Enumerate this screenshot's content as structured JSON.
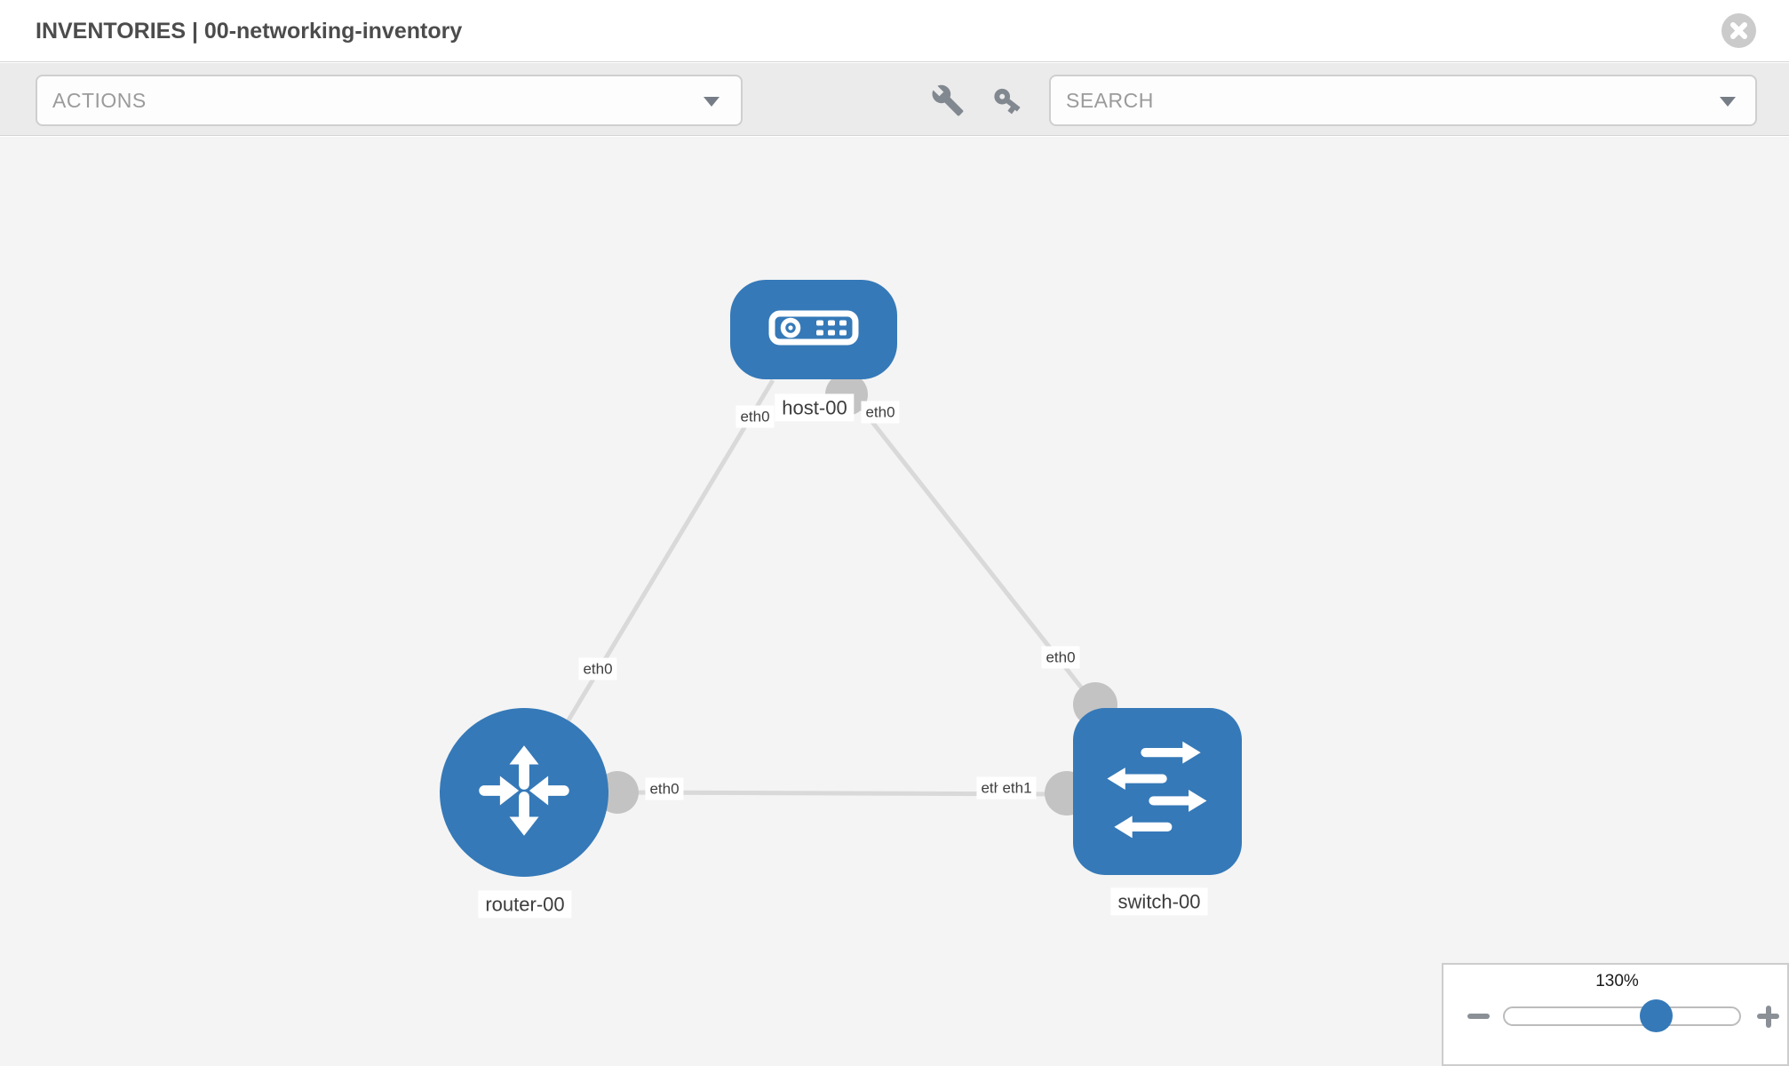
{
  "header": {
    "title": "INVENTORIES | 00-networking-inventory"
  },
  "toolbar": {
    "actions_label": "ACTIONS",
    "search_label": "SEARCH"
  },
  "topology": {
    "nodes": [
      {
        "id": "host-00",
        "label": "host-00",
        "type": "host",
        "icon": "server-icon"
      },
      {
        "id": "router-00",
        "label": "router-00",
        "type": "router",
        "icon": "router-arrows-icon"
      },
      {
        "id": "switch-00",
        "label": "switch-00",
        "type": "switch",
        "icon": "switch-arrows-icon"
      }
    ],
    "links": [
      {
        "from": "host-00",
        "from_interface": "eth0",
        "to": "router-00",
        "to_interface": "eth0"
      },
      {
        "from": "host-00",
        "from_interface": "eth0",
        "to": "switch-00",
        "to_interface": "eth0"
      },
      {
        "from": "router-00",
        "from_interface": "eth0",
        "to": "switch-00",
        "to_interface": "eth1"
      }
    ],
    "interface_labels": [
      {
        "label": "eth0",
        "position": "host-left"
      },
      {
        "label": "eth0",
        "position": "host-right"
      },
      {
        "label": "eth0",
        "position": "router-top"
      },
      {
        "label": "eth0",
        "position": "switch-top"
      },
      {
        "label": "eth0",
        "position": "router-right"
      },
      {
        "label": "eth0",
        "position": "switch-left-under"
      },
      {
        "label": "eth1",
        "position": "switch-left"
      }
    ]
  },
  "zoom_control": {
    "level": "130%"
  },
  "colors": {
    "node_blue": "#3579b8",
    "link_gray": "#d9d9d9",
    "port_gray": "#c3c3c3",
    "canvas_bg": "#f4f4f4",
    "toolbar_bg": "#ebebeb"
  }
}
